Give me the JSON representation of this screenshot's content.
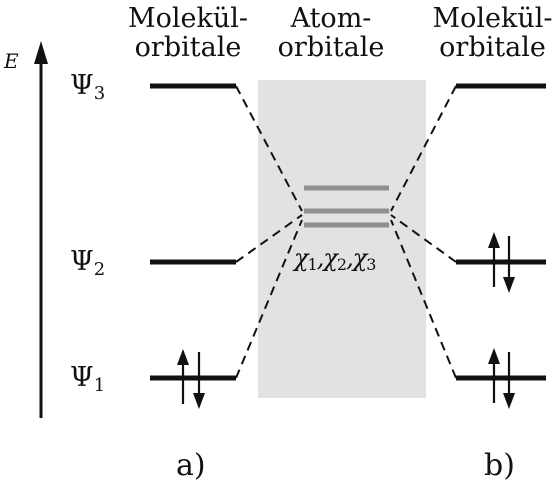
{
  "axis_label": "E",
  "headers": {
    "left_line1": "Molekül-",
    "left_line2": "orbitale",
    "center_line1": "Atom-",
    "center_line2": "orbitale",
    "right_line1": "Molekül-",
    "right_line2": "orbitale"
  },
  "levels": [
    {
      "symbol": "Ψ",
      "index": "3"
    },
    {
      "symbol": "Ψ",
      "index": "2"
    },
    {
      "symbol": "Ψ",
      "index": "1"
    }
  ],
  "atomic_orbitals": {
    "symbol": "χ",
    "indices": [
      "1",
      "2",
      "3"
    ],
    "separator": ","
  },
  "part_labels": {
    "a": "a)",
    "b": "b)"
  },
  "colors": {
    "line": "#111111",
    "atomic_level": "#8f8f8f",
    "shade": "#e2e2e2"
  }
}
